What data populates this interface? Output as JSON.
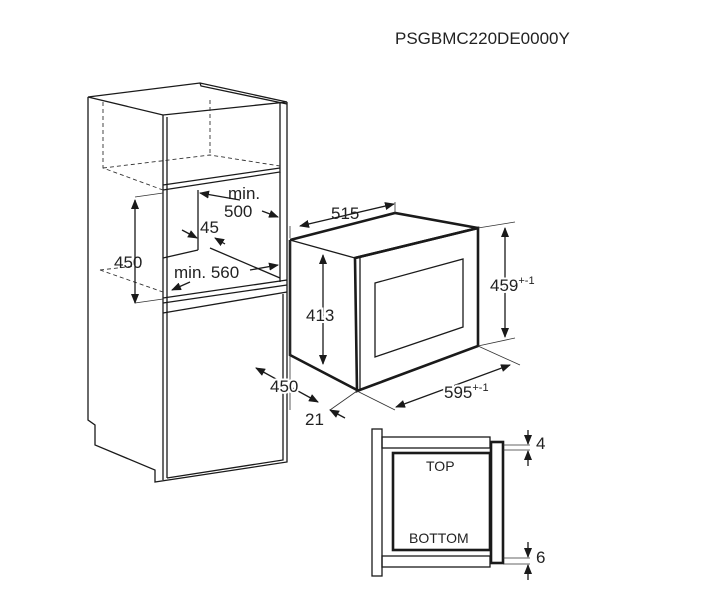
{
  "model_code": "PSGBMC220DE0000Y",
  "cabinet": {
    "niche_height": "450",
    "min_label": "min.",
    "niche_depth": "500",
    "back_gap": "45",
    "niche_width": "min. 560"
  },
  "appliance": {
    "depth": "515",
    "side_height": "413",
    "front_height": "459",
    "front_height_tol": "+-1",
    "front_width": "595",
    "front_width_tol": "+-1",
    "body_depth": "450",
    "frame_depth": "21"
  },
  "section": {
    "top_label": "TOP",
    "bottom_label": "BOTTOM",
    "top_gap": "4",
    "bottom_gap": "6"
  }
}
